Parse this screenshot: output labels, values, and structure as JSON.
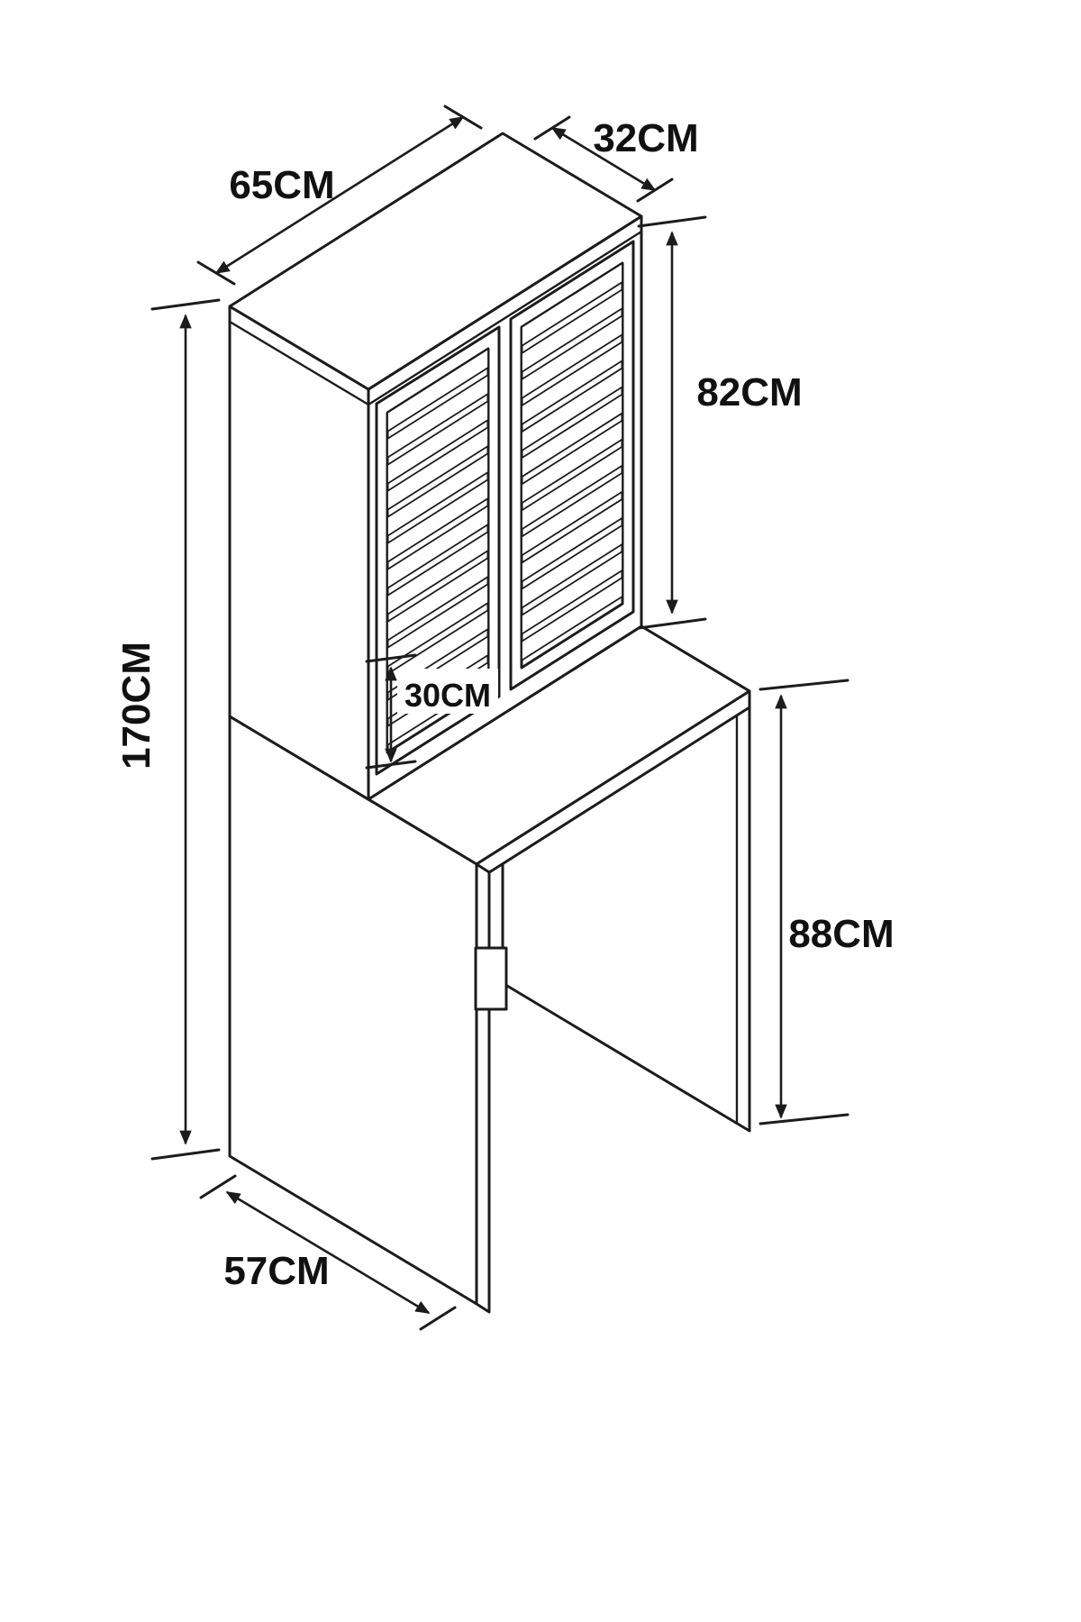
{
  "diagram": {
    "type": "isometric-furniture-dimension-drawing",
    "unit": "CM",
    "labels": {
      "top_width": "65CM",
      "top_depth": "32CM",
      "upper_cabinet_height": "82CM",
      "total_height": "170CM",
      "niche_height": "30CM",
      "base_height": "88CM",
      "base_depth": "57CM"
    },
    "values": {
      "top_width_cm": 65,
      "top_depth_cm": 32,
      "upper_cabinet_height_cm": 82,
      "total_height_cm": 170,
      "niche_height_cm": 30,
      "base_height_cm": 88,
      "base_depth_cm": 57
    },
    "colors": {
      "line": "#1c1c1c",
      "text": "#111111",
      "background": "#ffffff"
    }
  }
}
